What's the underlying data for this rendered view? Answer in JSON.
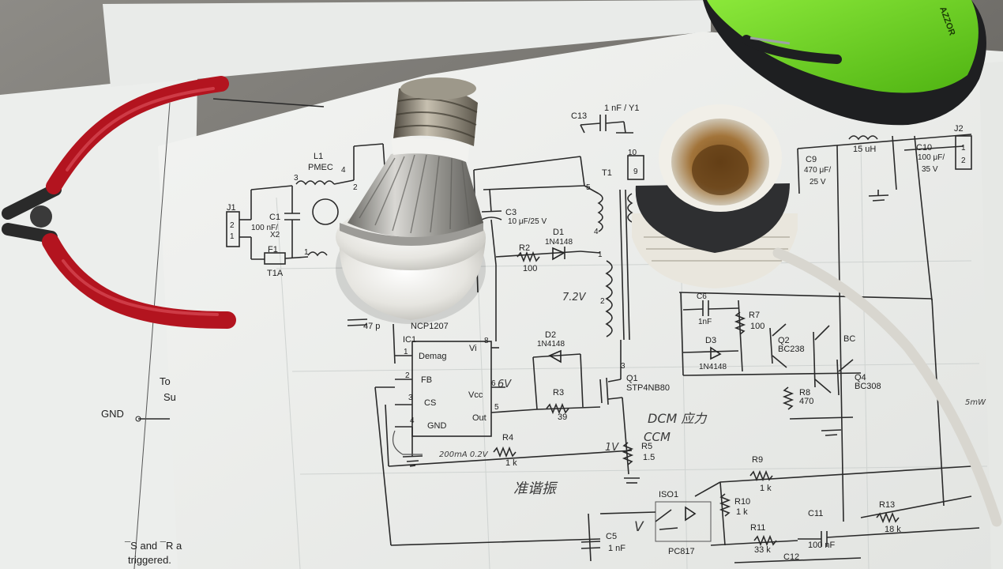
{
  "labels": {
    "j1": "J1",
    "j1p2": "2",
    "j1p1": "1",
    "l1": "L1",
    "pmec": "PMEC",
    "l1p3": "3",
    "l1p4": "4",
    "l1p1": "1",
    "l1p2": "2",
    "c1": "C1",
    "c1v": "100 nF/",
    "c1x": "X2",
    "f1": "F1",
    "t1a": "T1A",
    "c13": "C13",
    "c13v": "1 nF / Y1",
    "c3": "C3",
    "c3v": "10 μF/25 V",
    "r2": "R2",
    "r2v": "100",
    "d1": "D1",
    "d1v": "1N4148",
    "t1": "T1",
    "t1p5": "5",
    "t1p4": "4",
    "t1p1": "1",
    "t1p2": "2",
    "t1p10": "10",
    "t1p9": "9",
    "c9": "C9",
    "c9v": "470 μF/",
    "c9x": "25 V",
    "l15": "15 uH",
    "c10": "C10",
    "c10v": "100 μF/",
    "c10x": "35 V",
    "j2": "J2",
    "j2p1": "1",
    "j2p2": "2",
    "c47": "47 p",
    "ncp": "NCP1207",
    "ic1": "IC1",
    "demag": "Demag",
    "vi": "Vi",
    "fb": "FB",
    "vcc": "Vcc",
    "cs": "CS",
    "out": "Out",
    "gnd": "GND",
    "pin1": "1",
    "pin8": "8",
    "pin2": "2",
    "pin6": "6",
    "pin3": "3",
    "pin5": "5",
    "pin4": "4",
    "d2": "D2",
    "d2v": "1N4148",
    "r3": "R3",
    "r3v": "39",
    "q1": "Q1",
    "q1v": "STP4NB80",
    "q1p3": "3",
    "r4": "R4",
    "r4v": "1 k",
    "r5": "R5",
    "r5v": "1.5",
    "c6": "C6",
    "c6v": "1nF",
    "r7": "R7",
    "r7v": "100",
    "d3": "D3",
    "d3v": "1N4148",
    "q2": "Q2",
    "q2v": "BC238",
    "q3": "BC",
    "r8": "R8",
    "r8v": "470",
    "q4": "Q4",
    "q4v": "BC308",
    "iso1": "ISO1",
    "pc817": "PC817",
    "r9": "R9",
    "r9v": "1 k",
    "r10": "R10",
    "r10v": "1 k",
    "r11": "R11",
    "r11v": "33 k",
    "c11": "C11",
    "c11v": "100 nF",
    "r13": "R13",
    "r13v": "18 k",
    "c5": "C5",
    "c5v": "1 nF",
    "c12": "C12",
    "left_gnd": "GND",
    "left_to": "To",
    "left_su": "Su",
    "left_sr": "¯S and ¯R a",
    "left_trig": "triggered.",
    "mouse_brand": "AZZOR"
  },
  "handwriting": {
    "v72": "7.2V",
    "v6": "6V",
    "dcm": "DCM 应力",
    "ccm": "CCM",
    "h1v": "1V",
    "hv": "V",
    "ma": "200mA 0.2V",
    "zh": "准谐振",
    "right_note": "5mW"
  },
  "colors": {
    "paper": "#eef0ee",
    "pliers_handle": "#b3141f",
    "mouse_green": "#6fd61c",
    "bulb_globe": "#ecebe6",
    "bulb_metal": "#b9b9b5",
    "socket": "#2e2f31"
  }
}
